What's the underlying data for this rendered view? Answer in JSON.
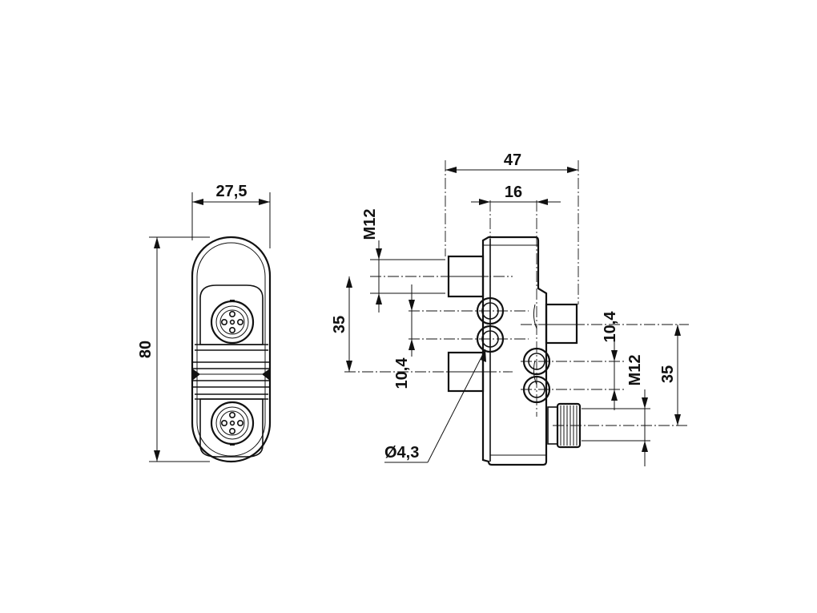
{
  "dimensions": {
    "front_width": "27,5",
    "front_height": "80",
    "side_total_width": "47",
    "side_body_width": "16",
    "left_thread": "M12",
    "left_pitch": "35",
    "left_hole_spacing": "10,4",
    "hole_diameter": "Ø4,3",
    "right_hole_spacing": "10,4",
    "right_thread": "M12",
    "right_pitch": "35"
  },
  "colors": {
    "line": "#111111",
    "background": "#ffffff"
  }
}
